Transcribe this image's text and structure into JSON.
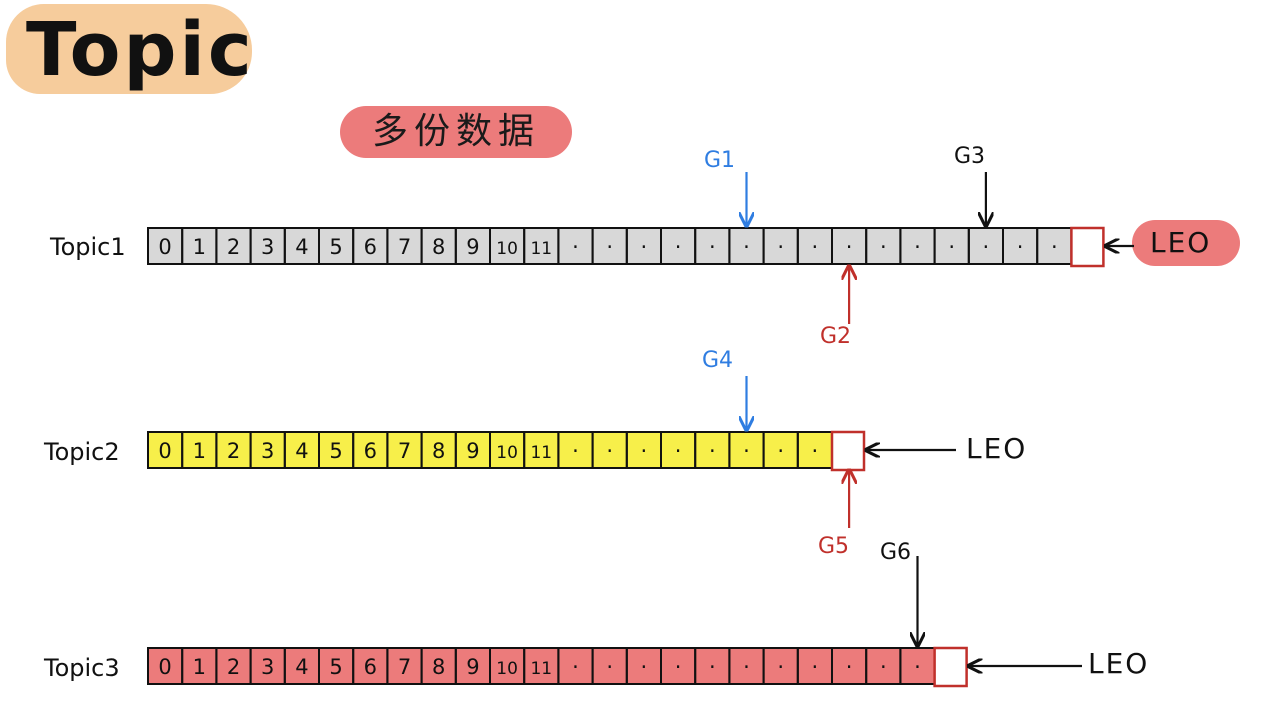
{
  "title": "Topic",
  "subtitle": "多份数据",
  "topics": [
    {
      "name": "Topic1",
      "fill": "#d8d8d8",
      "cells": [
        "0",
        "1",
        "2",
        "3",
        "4",
        "5",
        "6",
        "7",
        "8",
        "9",
        "10",
        "11",
        "·",
        "·",
        "·",
        "·",
        "·",
        "·",
        "·",
        "·",
        "·",
        "·",
        "·",
        "·",
        "·",
        "·",
        "·"
      ],
      "leo": "LEO"
    },
    {
      "name": "Topic2",
      "fill": "#f7ef4a",
      "cells": [
        "0",
        "1",
        "2",
        "3",
        "4",
        "5",
        "6",
        "7",
        "8",
        "9",
        "10",
        "11",
        "·",
        "·",
        "·",
        "·",
        "·",
        "·",
        "·",
        "·"
      ],
      "leo": "LEO"
    },
    {
      "name": "Topic3",
      "fill": "#ec7b7b",
      "cells": [
        "0",
        "1",
        "2",
        "3",
        "4",
        "5",
        "6",
        "7",
        "8",
        "9",
        "10",
        "11",
        "·",
        "·",
        "·",
        "·",
        "·",
        "·",
        "·",
        "·",
        "·",
        "·",
        "·"
      ],
      "leo": "LEO"
    }
  ],
  "groups": [
    {
      "label": "G1",
      "color": "#2f7de1",
      "topic": 1,
      "offset": 17,
      "side": "top"
    },
    {
      "label": "G2",
      "color": "#c0302b",
      "topic": 1,
      "offset": 20,
      "side": "bottom"
    },
    {
      "label": "G3",
      "color": "#111111",
      "topic": 1,
      "offset": 24,
      "side": "top"
    },
    {
      "label": "G4",
      "color": "#2f7de1",
      "topic": 2,
      "offset": 17,
      "side": "top"
    },
    {
      "label": "G5",
      "color": "#c0302b",
      "topic": 2,
      "offset": 20,
      "side": "bottom"
    },
    {
      "label": "G6",
      "color": "#111111",
      "topic": 3,
      "offset": 22,
      "side": "top"
    }
  ]
}
